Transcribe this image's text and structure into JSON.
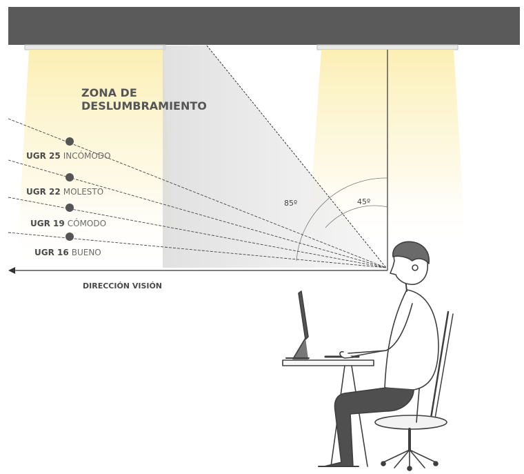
{
  "zone_title_line1": "ZONA DE",
  "zone_title_line2": "DESLUMBRAMIENTO",
  "ugr_levels": [
    {
      "code": "UGR 25",
      "desc": "INCÓMODO"
    },
    {
      "code": "UGR 22",
      "desc": "MOLESTO"
    },
    {
      "code": "UGR 19",
      "desc": "CÓMODO"
    },
    {
      "code": "UGR 16",
      "desc": "BUENO"
    }
  ],
  "angle_85": "85º",
  "angle_45": "45º",
  "direction_label": "DIRECCIÓN VISIÓN",
  "colors": {
    "ceiling": "#5a5a5a",
    "light": "#fdf2b0",
    "zone": "#dcdcdc",
    "line": "#333333"
  }
}
